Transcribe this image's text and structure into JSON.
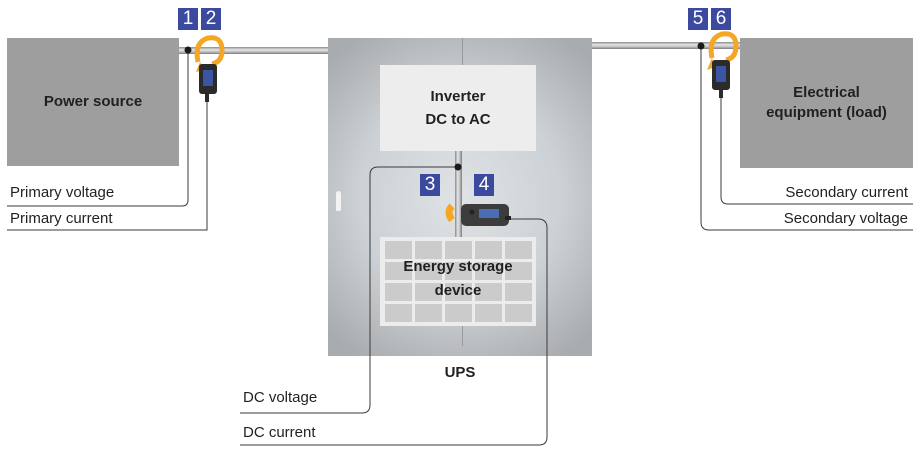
{
  "diagram": {
    "power_source": {
      "label": "Power source"
    },
    "load": {
      "label_line1": "Electrical",
      "label_line2": "equipment (load)"
    },
    "ups": {
      "label": "UPS",
      "inverter_line1": "Inverter",
      "inverter_line2": "DC to AC",
      "storage_line1": "Energy storage",
      "storage_line2": "device"
    },
    "badges": [
      "1",
      "2",
      "3",
      "4",
      "5",
      "6"
    ],
    "measurements": {
      "primary_voltage": "Primary voltage",
      "primary_current": "Primary current",
      "secondary_current": "Secondary current",
      "secondary_voltage": "Secondary voltage",
      "dc_voltage": "DC voltage",
      "dc_current": "DC current"
    },
    "colors": {
      "badge": "#3b4a9e",
      "box": "#9e9e9e",
      "clamp_orange": "#f5a623",
      "sensor_body": "#2b2b2b"
    }
  }
}
